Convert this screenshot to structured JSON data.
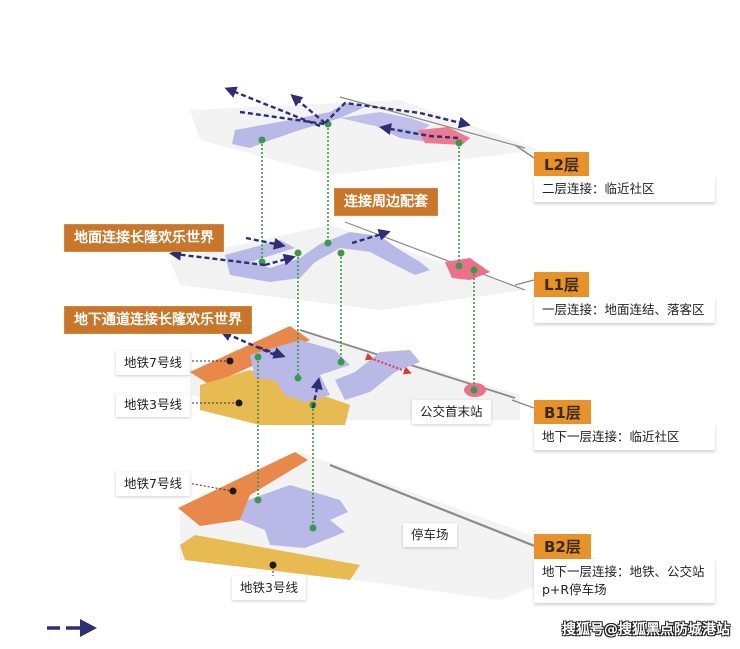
{
  "levels": [
    {
      "tag": "L2层",
      "description": "二层连接：临近社区"
    },
    {
      "tag": "L1层",
      "description": "一层连接：地面连结、落客区"
    },
    {
      "tag": "B1层",
      "description": "地下一层连接：临近社区"
    },
    {
      "tag": "B2层",
      "description": "地下一层连接：地铁、公交站",
      "description_line2": "p+R停车场"
    }
  ],
  "orange_labels": {
    "surrounding": "连接周边配套",
    "ground_link": "地面连接长隆欢乐世界",
    "underground_link": "地下通道连接长隆欢乐世界"
  },
  "callouts": {
    "b1_metro7": "地铁7号线",
    "b1_metro3": "地铁3号线",
    "bus_terminal": "公交首末站",
    "b2_metro7": "地铁7号线",
    "parking": "停车场",
    "b2_metro3": "地铁3号线"
  },
  "legend": {
    "icon": "dashed-arrow-icon"
  },
  "watermark": "搜狐号@搜狐黑点防城港站",
  "colors": {
    "tag_orange": "#e8922a",
    "label_orange": "#c9762b",
    "metro7_orange": "#e8884a",
    "metro3_yellow": "#e8bb52",
    "lavender": "#b8b8e6",
    "pink": "#ee7088",
    "flow_navy": "#2e2f72",
    "link_green": "#3a9a4a"
  }
}
